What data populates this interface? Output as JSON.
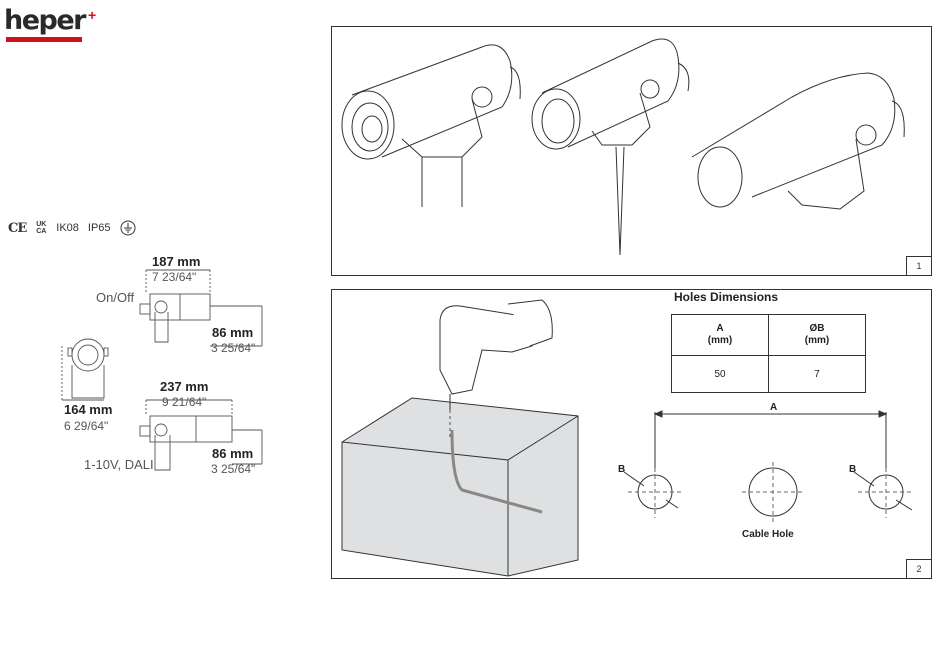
{
  "brand": {
    "logo_text": "heper"
  },
  "certifications": [
    "CE",
    "UKCA",
    "IK08",
    "IP65",
    "ground-symbol"
  ],
  "dimensions": {
    "onoff": {
      "width_mm": "187 mm",
      "width_in": "7 23/64\"",
      "height_mm": "86 mm",
      "height_in": "3 25/64\"",
      "label": "On/Off"
    },
    "side": {
      "height_mm": "164 mm",
      "height_in": "6 29/64\""
    },
    "dali": {
      "width_mm": "237 mm",
      "width_in": "9 21/64\"",
      "height_mm": "86 mm",
      "height_in": "3 25/64\"",
      "label": "1-10V, DALI"
    }
  },
  "panel1": {
    "number": "1"
  },
  "panel2": {
    "number": "2",
    "holes_title": "Holes Dimensions",
    "table": {
      "headers": [
        {
          "name": "A",
          "unit": "(mm)"
        },
        {
          "name": "ØB",
          "unit": "(mm)"
        }
      ],
      "values": [
        "50",
        "7"
      ]
    },
    "diagram": {
      "label_a": "A",
      "label_b1": "B",
      "label_b2": "B",
      "cable_hole": "Cable Hole"
    }
  }
}
